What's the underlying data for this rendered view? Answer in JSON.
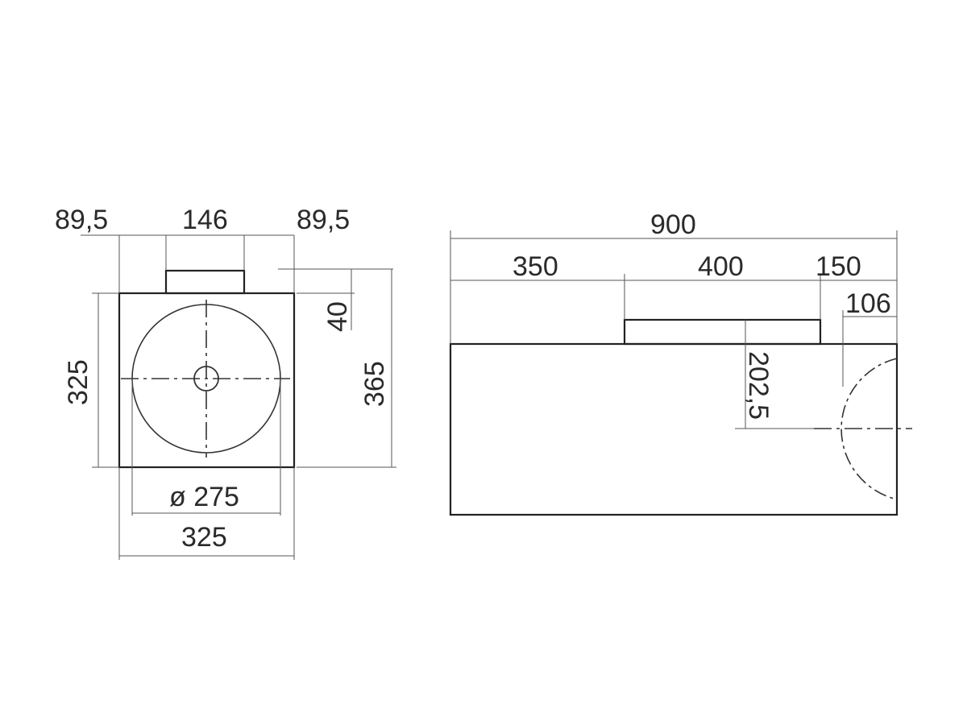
{
  "top_view": {
    "dim_left_margin": "89,5",
    "dim_tap_width": "146",
    "dim_right_margin": "89,5",
    "dim_depth": "325",
    "dim_tap_height": "40",
    "dim_total_depth": "365",
    "dim_bowl_diameter": "ø 275",
    "dim_width": "325"
  },
  "front_view": {
    "dim_total_width": "900",
    "dim_left_offset": "350",
    "dim_tap_width": "400",
    "dim_right_offset": "150",
    "dim_bowl_offset": "106",
    "dim_bowl_center_depth": "202,5"
  }
}
